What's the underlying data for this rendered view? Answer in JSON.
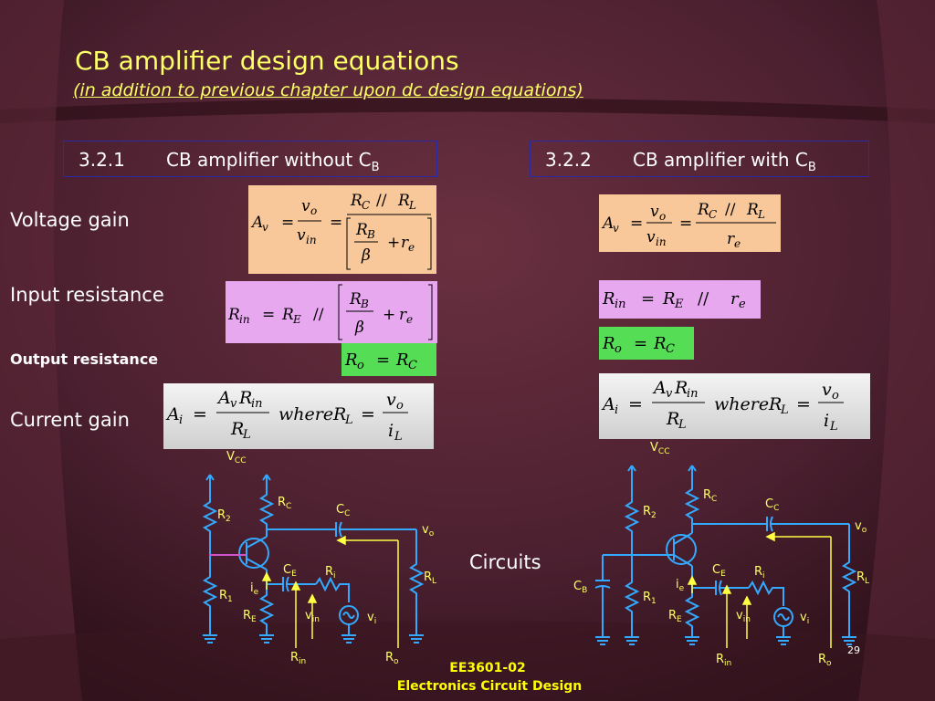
{
  "slide": {
    "title": "CB amplifier design equations",
    "subtitle": "(in addition to previous chapter upon dc design equations)",
    "page_number": "29",
    "footer_line1": "EE3601-02",
    "footer_line2": "Electronics Circuit Design"
  },
  "sections": {
    "left": {
      "number": "3.2.1",
      "title": "CB amplifier without C",
      "title_sub": "B"
    },
    "right": {
      "number": "3.2.2",
      "title": "CB amplifier with C",
      "title_sub": "B"
    }
  },
  "rows": {
    "voltage_gain": "Voltage gain",
    "input_resistance": "Input resistance",
    "output_resistance": "Output resistance",
    "current_gain": "Current gain"
  },
  "circuits_label": "Circuits",
  "equation_colors": {
    "voltage_gain": "#f8c89a",
    "input_resistance": "#e8a8f0",
    "output_resistance": "#55dd55",
    "current_gain": "#e6e6e6"
  },
  "circuit_labels": {
    "vcc": "V",
    "vcc_sub": "CC",
    "r2": "R",
    "r2_sub": "2",
    "r1": "R",
    "r1_sub": "1",
    "rc": "R",
    "rc_sub": "C",
    "cc": "C",
    "cc_sub": "C",
    "ce": "C",
    "ce_sub": "E",
    "re": "R",
    "re_sub": "E",
    "ri": "R",
    "ri_sub": "i",
    "rl": "R",
    "rl_sub": "L",
    "vo": "v",
    "vo_sub": "o",
    "vi": "v",
    "vi_sub": "i",
    "ie": "i",
    "ie_sub": "e",
    "vin": "v",
    "vin_sub": "in",
    "rin": "R",
    "rin_sub": "in",
    "ro": "R",
    "ro_sub": "o",
    "cb": "C",
    "cb_sub": "B"
  }
}
